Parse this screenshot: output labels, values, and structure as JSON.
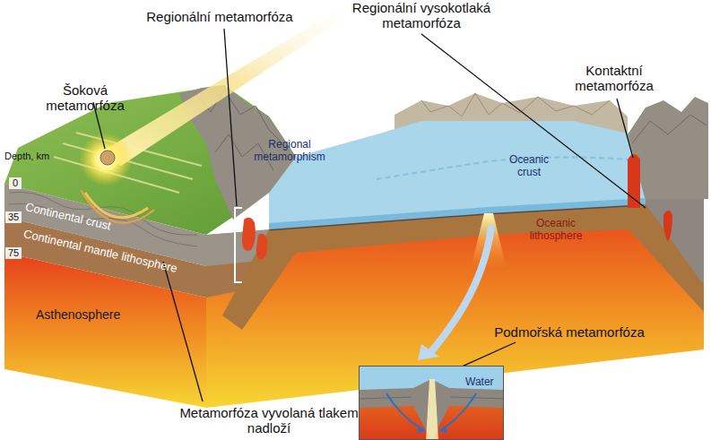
{
  "diagram": {
    "nodes": [
      {
        "text": [
          "Water"
        ]
      }
    ],
    "labels": [
      "Regionální metamorfóza",
      "Regionální vysokotlaká metamorfóza",
      "Šoková metamorfóza",
      "Kontaktní metamorfóza",
      "Depth, km",
      "0",
      "35",
      "75",
      "Continental crust",
      "Continental mantle lithosphere",
      "Asthenosphere",
      "Regional metamorphism",
      "Oceanic crust",
      "Oceanic lithosphere",
      "Podmořská metamorfóza",
      "Metamorfóza vyvolaná tlakem nadloží"
    ]
  }
}
